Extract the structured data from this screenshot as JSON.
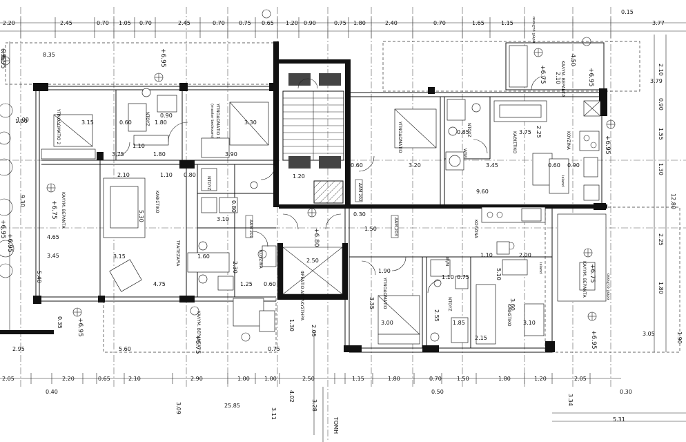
{
  "plan": {
    "top_dims": [
      "2.20",
      "2.45",
      "0.70",
      "1.05",
      "0.70",
      "2.45",
      "0.70",
      "0.75",
      "0.65",
      "1.20",
      "0.90",
      "0.75",
      "1.80",
      "2.40",
      "0.70",
      "1.65",
      "1.15",
      "0.15"
    ],
    "top_right_dim": "3.77",
    "bottom_dims": [
      "2.05",
      "2.20",
      "0.65",
      "2.10",
      "2.90",
      "1.00",
      "1.00",
      "2.50",
      "1.15",
      "1.80",
      "0.70",
      "1.50",
      "1.80",
      "1.20",
      "2.05"
    ],
    "bottom_extra": [
      "0.40",
      "0.50",
      "0.30",
      "3.09",
      "25.85",
      "4.02",
      "3.28",
      "3.11",
      "3.34",
      "5.31",
      "2.95",
      "5.60",
      "0.75",
      "3.05",
      "1.90"
    ],
    "right_dims": [
      "2.10",
      "0.90",
      "1.55",
      "1.30",
      "2.25",
      "1.80",
      "3.79",
      "12.80"
    ],
    "left_dims": [
      "6.95",
      "8.35",
      "1.00",
      "9.30",
      "4.65",
      "3.45",
      "5.40",
      "0.35"
    ],
    "levels": [
      "+6.95",
      "+6.95",
      "+6.75",
      "+6.95",
      "+6.80",
      "+6.95",
      "+6.95",
      "+6.95",
      "+6.75",
      "+6.75",
      "+6.75",
      "+6.95",
      "+6.95"
    ],
    "rooms": {
      "bedroom1": "ΥΠΝΟΔΩΜΑΤΙΟ 2",
      "bedroom_master": "ΥΠΝΟΔΩΜΑΤΙΟ 1",
      "master_note": "(master bedroom)",
      "living_left": "ΚΑΘΙΣΤΙΚΟ",
      "dining_left": "ΤΡΑΠΕΖΑΡΙΑ",
      "shower_left": "ΝΤΟΥΖ",
      "kitchen_left": "ΚΟΥΖΙΝΑ",
      "veranda_left": "ΚΑΛΥΜ. ΒΕΡΑΝΤΑ",
      "veranda_bottom": "ΚΑΛΥΜ. ΒΕΡΑΝΤΑ",
      "bedroom_right_top": "ΥΠΝΟΔΩΜΑΤΙΟ",
      "shower_right_top": "ΝΤΟΥΖ",
      "wm_top": "W/M",
      "living_right_top": "ΚΑΘΙΣΤΙΚΟ",
      "kitchen_right_top": "ΚΟΥΖΙΝΑ",
      "veranda_right_top": "ΚΑΛΥΜ. ΒΕΡΑΝΤΑ",
      "island_top": "island",
      "bedroom_right_bot": "ΥΠΝΟΔΩΜΑΤΙΟ",
      "shower_right_bot": "ΝΤΟΥΖ",
      "living_right_bot": "ΚΑΘΙΣΤΙΚΟ",
      "kitchen_right_bot": "ΚΟΥΖΙΝΑ",
      "veranda_right_bot": "ΚΑΛΥΜ. ΒΕΡΑΝΤΑ",
      "wm_bot": "W/M",
      "island_bot": "island",
      "shaft": "ΦΡΕΑΤΙΟ ΑΝΕΛΚΥΣΤΗΡΑ",
      "dam1": "ΔΑΜ 201",
      "dam2": "ΔΑΜ 202",
      "dam3": "ΔΑΜ 203",
      "section": "ΤΟΜΗ",
      "open_space_top": "ανοιχτό χώρο",
      "open_space_right": "ανοιχτό χώρο"
    },
    "inner_dims": [
      "3.15",
      "0.60",
      "1.80",
      "0.90",
      "3.30",
      "1.10",
      "3.75",
      "1.80",
      "3.90",
      "1.10",
      "0.80",
      "2.10",
      "5.30",
      "1.60",
      "3.15",
      "4.75",
      "2.30",
      "1.25",
      "0.60",
      "0.80",
      "3.10",
      "1.20",
      "3.20",
      "3.45",
      "0.60",
      "0.90",
      "2.25",
      "3.75",
      "9.60",
      "1.10",
      "3.00",
      "3.35",
      "2.55",
      "1.85",
      "3.60",
      "3.10",
      "5.10",
      "2.00",
      "1.10",
      "0.75",
      "1.90",
      "0.30",
      "4.50",
      "2.10",
      "0.85",
      "2.50",
      "1.30",
      "2.05",
      "2.15",
      "0.60",
      "1.00",
      "1.50"
    ]
  }
}
